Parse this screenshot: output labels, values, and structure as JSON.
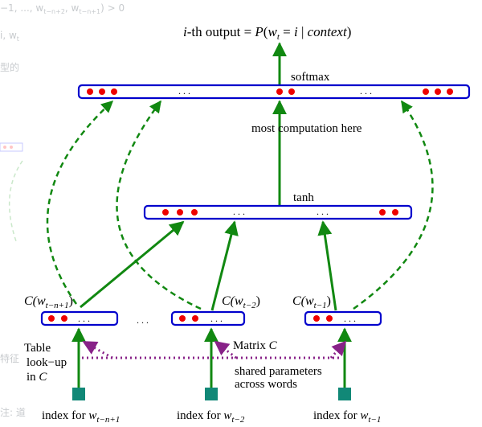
{
  "diagram": {
    "title": {
      "prefix": "i",
      "mid": "-th output = ",
      "p": "P",
      "paren_open": "(",
      "w": "w",
      "t": "t",
      "eq": " = ",
      "i2": "i",
      "bar": " | ",
      "context": "context",
      "paren_close": ")"
    },
    "labels": {
      "softmax": "softmax",
      "most_computation": "most  computation here",
      "tanh": "tanh",
      "table_lookup_1": "Table",
      "table_lookup_2": "look−up",
      "table_lookup_3": "in ",
      "table_lookup_C": "C",
      "matrix": "Matrix ",
      "matrix_C": "C",
      "shared_1": "shared parameters",
      "shared_2": "across words",
      "dots": ". . .",
      "between_dots": ". . ."
    },
    "embedding_labels": [
      {
        "pre": "C(",
        "w": "w",
        "sub": "t−n+1",
        "post": ")"
      },
      {
        "pre": "C(",
        "w": "w",
        "sub": "t−2",
        "post": ")"
      },
      {
        "pre": "C(",
        "w": "w",
        "sub": "t−1",
        "post": ")"
      }
    ],
    "input_labels": [
      {
        "pre": "index for ",
        "w": "w",
        "sub": "t−n+1"
      },
      {
        "pre": "index for ",
        "w": "w",
        "sub": "t−2"
      },
      {
        "pre": "index for ",
        "w": "w",
        "sub": "t−1"
      }
    ],
    "colors": {
      "layer_border": "#0000cc",
      "unit": "#ee0000",
      "arrow": "#118811",
      "shared": "#882288",
      "index_box": "#118877"
    }
  },
  "background_fragments": {
    "top_left": "−1, ..., w",
    "top_left_sub": "t−n+2",
    "top_left_mid": ", w",
    "top_left_sub2": "t−n+1",
    "top_left_end": ") > 0",
    "left_1": "i, w",
    "left_1_sub": "t",
    "left_2": "型的",
    "left_3": "特征",
    "bottom_left": "注: 道"
  }
}
